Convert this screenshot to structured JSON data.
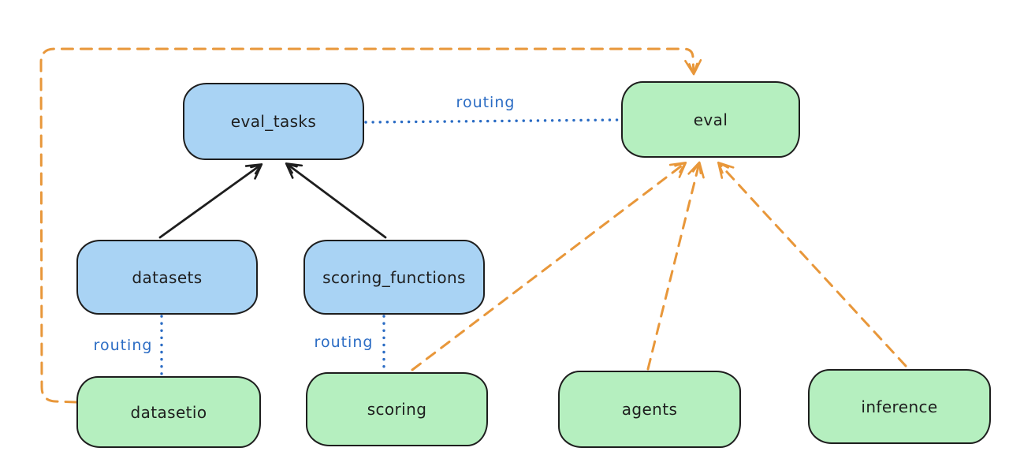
{
  "diagram": {
    "nodes": {
      "eval_tasks": {
        "label": "eval_tasks",
        "color": "blue"
      },
      "eval": {
        "label": "eval",
        "color": "green"
      },
      "datasets": {
        "label": "datasets",
        "color": "blue"
      },
      "scoring_functions": {
        "label": "scoring_functions",
        "color": "blue"
      },
      "datasetio": {
        "label": "datasetio",
        "color": "green"
      },
      "scoring": {
        "label": "scoring",
        "color": "green"
      },
      "agents": {
        "label": "agents",
        "color": "green"
      },
      "inference": {
        "label": "inference",
        "color": "green"
      }
    },
    "edges": [
      {
        "from": "eval_tasks",
        "to": "eval",
        "style": "dotted",
        "color": "blue",
        "label": "routing"
      },
      {
        "from": "datasets",
        "to": "eval_tasks",
        "style": "solid",
        "color": "black"
      },
      {
        "from": "scoring_functions",
        "to": "eval_tasks",
        "style": "solid",
        "color": "black"
      },
      {
        "from": "datasets",
        "to": "datasetio",
        "style": "dotted",
        "color": "blue",
        "label": "routing"
      },
      {
        "from": "scoring_functions",
        "to": "scoring",
        "style": "dotted",
        "color": "blue",
        "label": "routing"
      },
      {
        "from": "datasetio",
        "to": "eval",
        "style": "dashed",
        "color": "orange"
      },
      {
        "from": "scoring",
        "to": "eval",
        "style": "dashed",
        "color": "orange"
      },
      {
        "from": "agents",
        "to": "eval",
        "style": "dashed",
        "color": "orange"
      },
      {
        "from": "inference",
        "to": "eval",
        "style": "dashed",
        "color": "orange"
      }
    ],
    "colors": {
      "background": "#ffffff",
      "node_blue_fill": "#a9d3f4",
      "node_green_fill": "#b5efbf",
      "node_stroke": "#1e1e1e",
      "edge_black": "#1e1e1e",
      "edge_orange": "#e8973a",
      "edge_blue": "#2b6cc4"
    }
  }
}
